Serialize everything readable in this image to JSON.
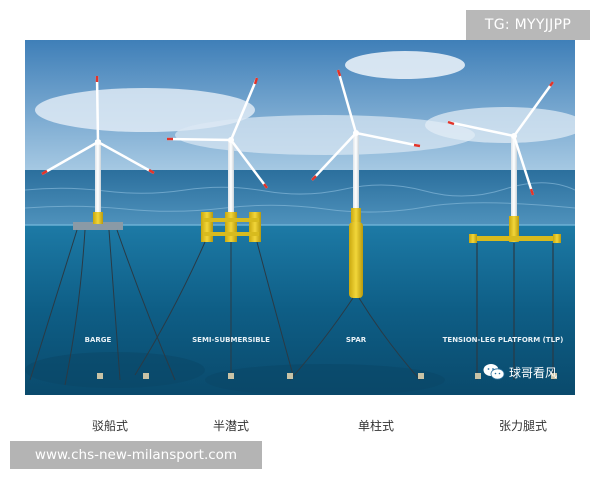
{
  "badge_top": "TG: MYYJJPP",
  "scene": {
    "labels": [
      "BARGE",
      "SEMI-SUBMERSIBLE",
      "SPAR",
      "TENSION-LEG PLATFORM (TLP)"
    ],
    "watermark": "球哥看风",
    "watermark_icon": "wechat-icon"
  },
  "captions": [
    "驳船式",
    "半潜式",
    "单柱式",
    "张力腿式"
  ],
  "badge_url": "www.chs-new-milansport.com",
  "colors": {
    "sky_top": "#3f7fb8",
    "sky_bottom": "#a9cbe4",
    "sea_surface": "#2a6f9c",
    "underwater": "#0e5e86",
    "float_yellow": "#e3c51a",
    "badge_gray": "#b4b4b4"
  }
}
